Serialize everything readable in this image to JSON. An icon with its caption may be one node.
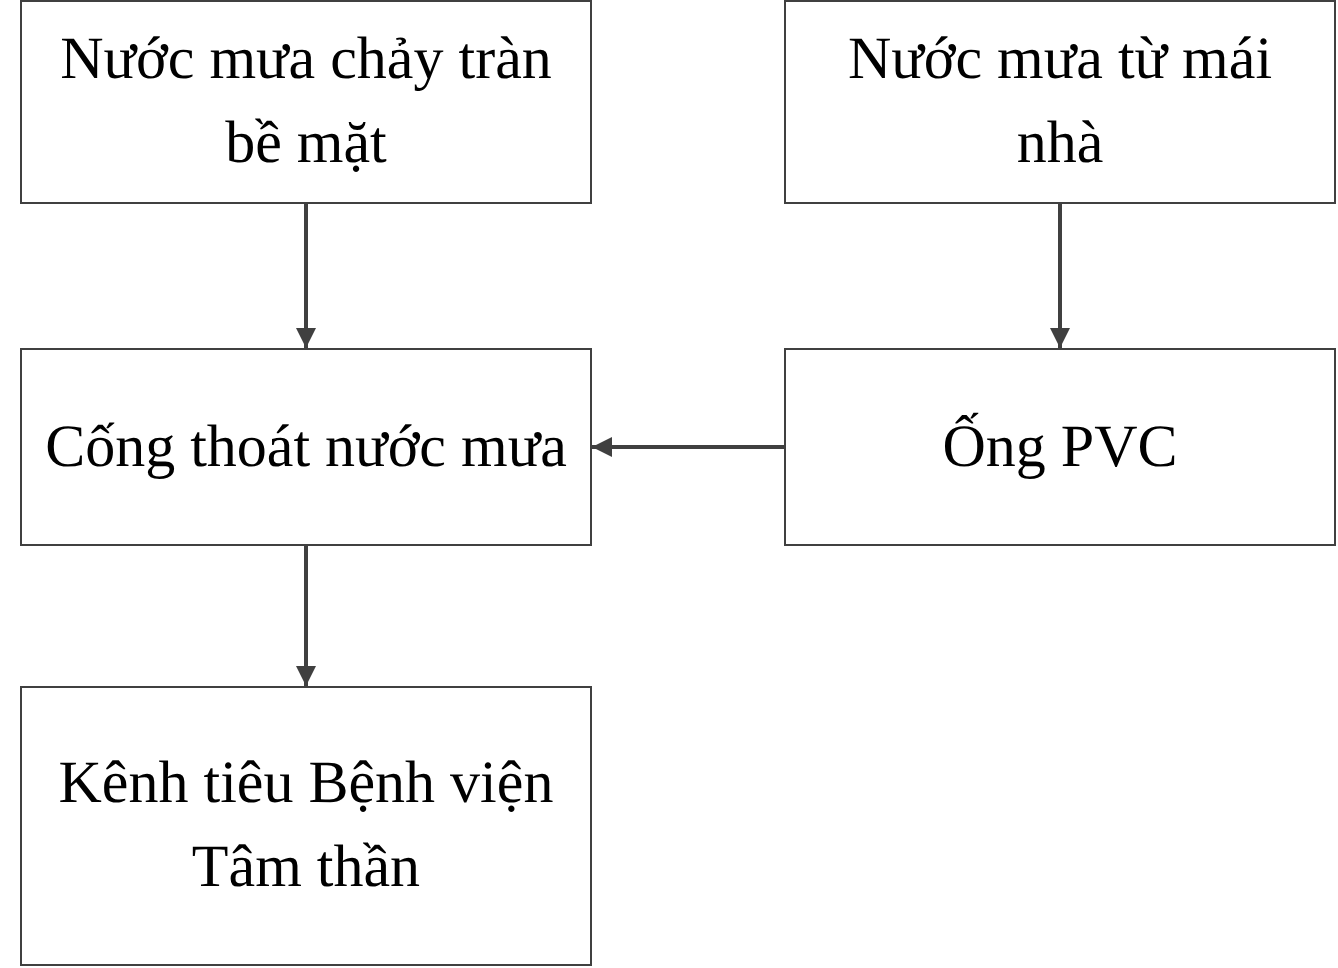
{
  "diagram": {
    "nodes": [
      {
        "text": [
          "Nước mưa chảy tràn bề mặt"
        ]
      },
      {
        "text": [
          "Nước mưa từ mái nhà"
        ]
      },
      {
        "text": [
          "Cống thoát nước mưa"
        ]
      },
      {
        "text": [
          "Ống PVC"
        ]
      },
      {
        "text": [
          "Kênh tiêu Bệnh viện Tâm thần"
        ]
      }
    ],
    "edges": [
      {
        "from": 0,
        "to": 2,
        "arrow": "to"
      },
      {
        "from": 1,
        "to": 3,
        "arrow": "to"
      },
      {
        "from": 3,
        "to": 2,
        "arrow": "to"
      },
      {
        "from": 2,
        "to": 4,
        "arrow": "to"
      }
    ]
  }
}
